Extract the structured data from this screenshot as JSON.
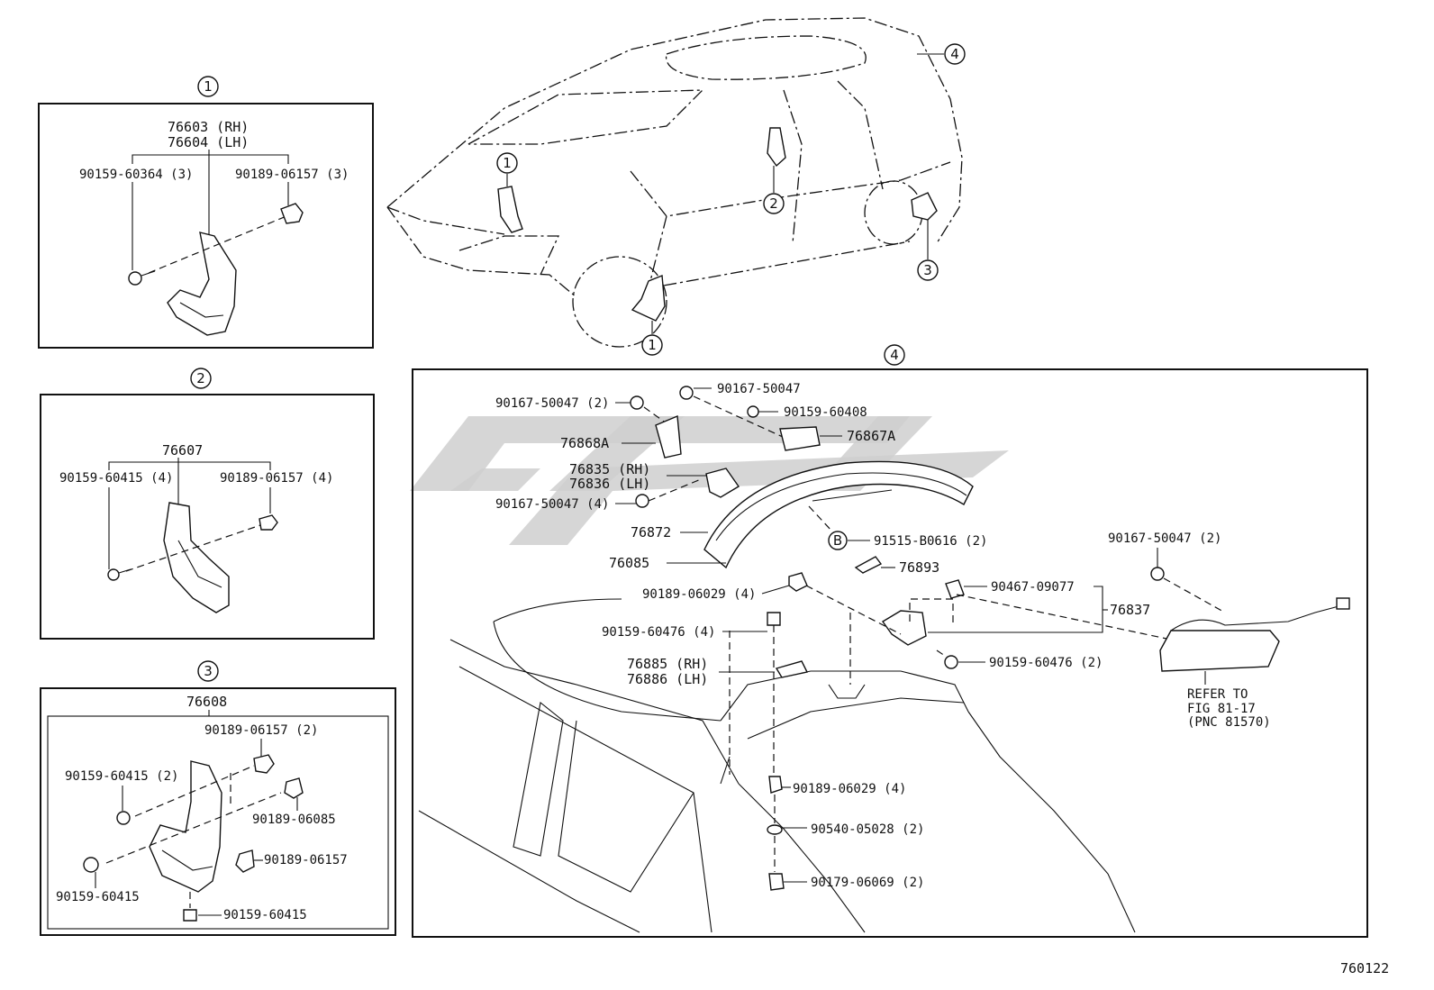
{
  "figure_id": "760122",
  "callouts": {
    "c1": "1",
    "c2": "2",
    "c3": "3",
    "c4": "4"
  },
  "panel1": {
    "main_rh": "76603 (RH)",
    "main_lh": "76604 (LH)",
    "screw": "90159-60364 (3)",
    "clip": "90189-06157 (3)"
  },
  "panel2": {
    "main": "76607",
    "screw": "90159-60415 (4)",
    "clip": "90189-06157 (4)"
  },
  "panel3": {
    "main": "76608",
    "clip_top": "90189-06157 (2)",
    "screw_left": "90159-60415 (2)",
    "clip_right": "90189-06085",
    "screw_lower": "90159-60415",
    "clip_mid": "90189-06157",
    "screw_bottom": "90159-60415"
  },
  "panel4": {
    "bolt_a": "90167-50047 (2)",
    "bolt_b": "90167-50047",
    "screw_c": "90159-60408",
    "bracket_a": "76868A",
    "bracket_b": "76867A",
    "hinge_rh": "76835 (RH)",
    "hinge_lh": "76836 (LH)",
    "bolt_d": "90167-50047 (4)",
    "spoiler": "76872",
    "seal": "76085",
    "bcircle": "B",
    "clip_b": "91515-B0616 (2)",
    "pad": "76893",
    "nut_a": "90189-06029 (4)",
    "nut_b": "90467-09077",
    "assy": "76837",
    "screw_d": "90159-60476 (4)",
    "screw_e": "90159-60476 (2)",
    "cover_rh": "76885 (RH)",
    "cover_lh": "76886 (LH)",
    "bolt_e": "90167-50047 (2)",
    "refer1": "REFER TO",
    "refer2": "FIG 81-17",
    "refer3": "(PNC 81570)",
    "nut_c": "90189-06029 (4)",
    "washer": "90540-05028 (2)",
    "nut_d": "90179-06069 (2)"
  }
}
